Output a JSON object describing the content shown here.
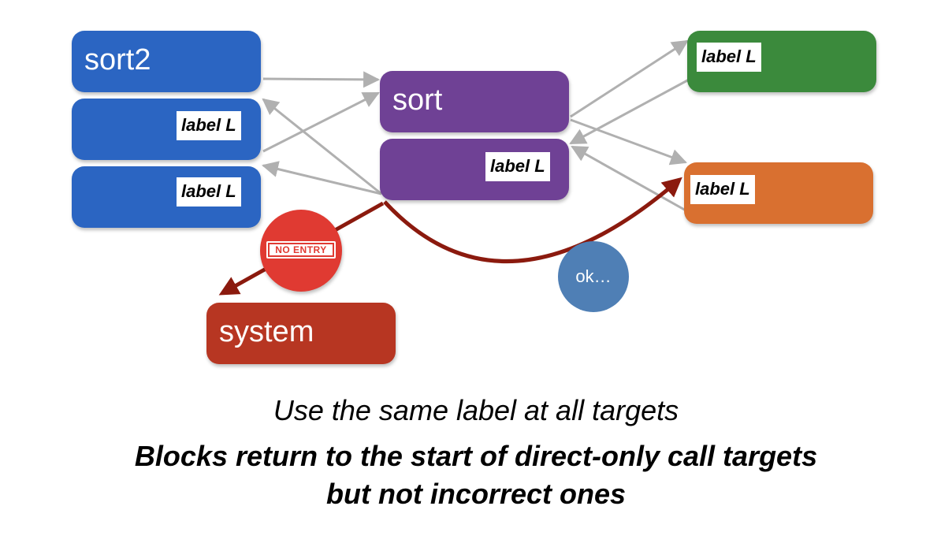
{
  "boxes": {
    "sort2": {
      "title": "sort2",
      "color": "#2b65c2"
    },
    "sort2_block1": {
      "label": "label L",
      "color": "#2b65c2"
    },
    "sort2_block2": {
      "label": "label L",
      "color": "#2b65c2"
    },
    "sort": {
      "title": "sort",
      "color": "#6f4195"
    },
    "sort_block": {
      "label": "label L",
      "color": "#6f4195"
    },
    "lt": {
      "label": "label L",
      "color": "#3b8a3c"
    },
    "gt": {
      "label": "label L",
      "color": "#d97030"
    },
    "system": {
      "title": "system",
      "color": "#b73622"
    }
  },
  "no_entry_sign": {
    "text": "NO ENTRY",
    "color": "#e03a32"
  },
  "ok_circle": {
    "text": "ok…",
    "color": "#4f7fb5"
  },
  "arrow_colors": {
    "gray": "#b0b0b0",
    "red": "#8b1a0e"
  },
  "caption": {
    "line1": "Use the same label at all targets",
    "line2": "Blocks return to the start of direct-only call targets",
    "line3": "but not incorrect ones"
  }
}
